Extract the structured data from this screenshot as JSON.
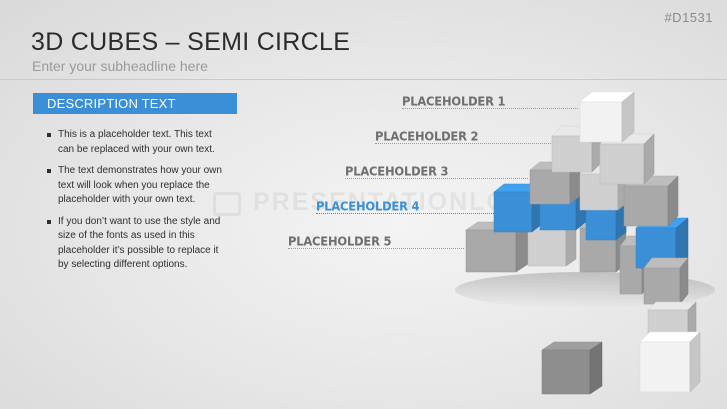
{
  "slide": {
    "id": "#D1531",
    "title": "3D CUBES – SEMI CIRCLE",
    "subtitle": "Enter your subheadline here"
  },
  "description": {
    "heading": "DESCRIPTION TEXT",
    "bullets": [
      "This is a placeholder text. This text can be replaced with your own text.",
      "The text demonstrates how your own text will look when you replace the placeholder with your own text.",
      "If you don’t want to use the style and size of the fonts as used in this placeholder it’s possible to replace it by selecting different options."
    ]
  },
  "placeholders": [
    {
      "label": "PLACEHOLDER 1",
      "highlighted": false
    },
    {
      "label": "PLACEHOLDER 2",
      "highlighted": false
    },
    {
      "label": "PLACEHOLDER 3",
      "highlighted": false
    },
    {
      "label": "PLACEHOLDER 4",
      "highlighted": true
    },
    {
      "label": "PLACEHOLDER 5",
      "highlighted": false
    }
  ],
  "watermark": "PRESENTATIONLOAD",
  "colors": {
    "accent": "#3a8fd6",
    "cube_white": "#f2f2f2",
    "cube_light": "#cfcfcf",
    "cube_mid": "#a9a9a9",
    "cube_dark": "#8e8e8e"
  }
}
